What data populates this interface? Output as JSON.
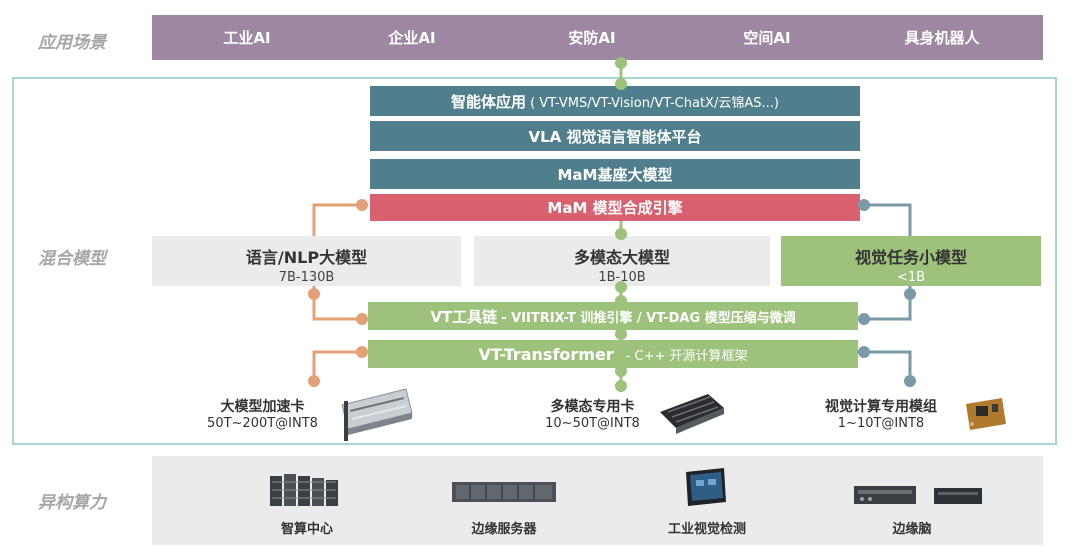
{
  "scenarios": {
    "label": "应用场景",
    "items": [
      "工业AI",
      "企业AI",
      "安防AI",
      "空间AI",
      "具身机器人"
    ]
  },
  "hybrid": {
    "label": "混合模型",
    "agent_app": {
      "main": "智能体应用",
      "detail": "( VT-VMS/VT-Vision/VT-ChatX/云锦AS...)"
    },
    "vla": "VLA 视觉语言智能体平台",
    "mam_base": "MaM基座大模型",
    "mam_engine": "MaM 模型合成引擎",
    "models": [
      {
        "title": "语言/NLP大模型",
        "size": "7B-130B"
      },
      {
        "title": "多模态大模型",
        "size": "1B-10B"
      },
      {
        "title": "视觉任务小模型",
        "size": "<1B"
      }
    ],
    "toolchain": {
      "main": "VT工具链",
      "detail": "- VIITRIX-T 训推引擎  / VT-DAG 模型压缩与微调"
    },
    "transformer": {
      "main": "VT-Transformer",
      "detail": "- C++ 开源计算框架"
    },
    "hardware": [
      {
        "title": "大模型加速卡",
        "spec": "50T~200T@INT8"
      },
      {
        "title": "多模态专用卡",
        "spec": "10~50T@INT8"
      },
      {
        "title": "视觉计算专用模组",
        "spec": "1~10T@INT8"
      }
    ]
  },
  "compute": {
    "label": "异构算力",
    "items": [
      "智算中心",
      "边缘服务器",
      "工业视觉检测",
      "边缘脑"
    ]
  },
  "colors": {
    "scenario_bar": "#9d87a3",
    "teal": "#4f7f8d",
    "engine_red": "#d9606e",
    "green": "#9cc27c",
    "orange": "#e3a077",
    "steel": "#7a9aa7",
    "frame": "#a9d5d6",
    "gray_box": "#ebebeb"
  }
}
